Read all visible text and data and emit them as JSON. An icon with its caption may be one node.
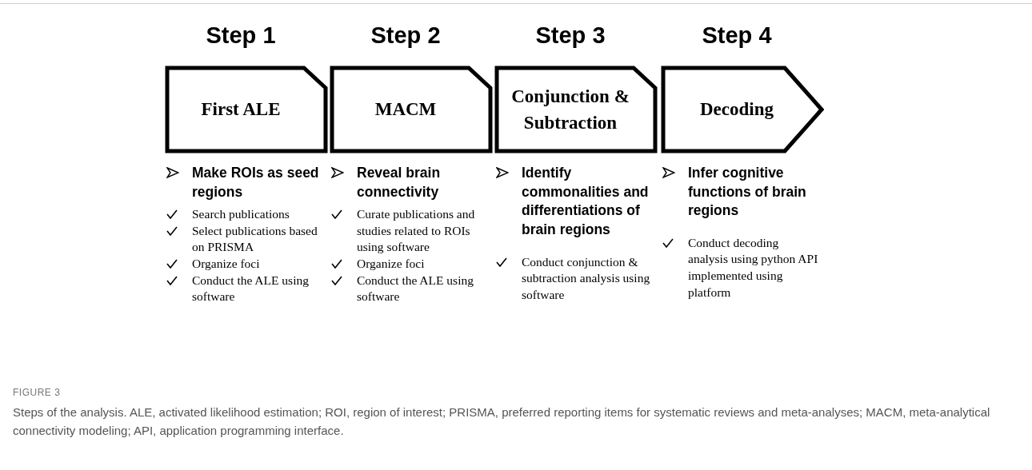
{
  "diagram": {
    "caption": "Steps of the analysis. ALE, activated likelihood estimation; ROI, region of interest; PRISMA, preferred reporting items for systematic reviews and meta-analyses; MACM, meta-analytical connectivity modeling; API, application programming interface.",
    "nodes": [
      {
        "text": [
          "Step 1",
          "First ALE"
        ],
        "beside": [
          "Make ROIs as seed regions",
          "Search publications",
          "Select publications based on PRISMA",
          "Organize foci",
          "Conduct the ALE using software"
        ]
      },
      {
        "text": [
          "Step 2",
          "MACM"
        ],
        "beside": [
          "Reveal brain connectivity",
          "Curate publications and studies related to ROIs using software",
          "Organize foci",
          "Conduct the ALE using software"
        ]
      },
      {
        "text": [
          "Step 3",
          "Conjunction & Subtraction"
        ],
        "beside": [
          "Identify commonalities and differentiations of brain regions",
          "Conduct conjunction & subtraction analysis using software"
        ]
      },
      {
        "text": [
          "Step 4",
          "Decoding"
        ],
        "beside": [
          "Infer cognitive functions of brain regions",
          "Conduct decoding analysis using python API implemented using platform"
        ]
      }
    ],
    "edges": [],
    "labels": [
      "FIGURE 3"
    ]
  }
}
